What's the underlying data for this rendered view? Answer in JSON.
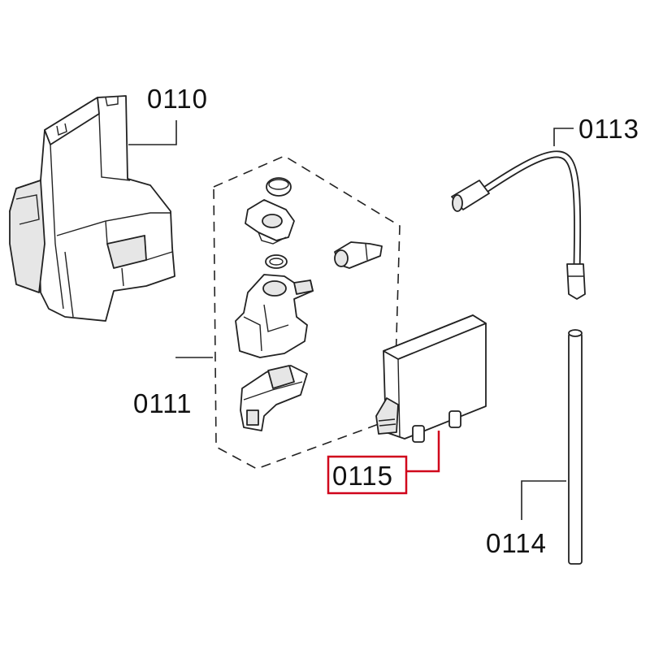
{
  "diagram": {
    "parts": [
      {
        "id": "0110",
        "label": "0110"
      },
      {
        "id": "0111",
        "label": "0111"
      },
      {
        "id": "0113",
        "label": "0113"
      },
      {
        "id": "0114",
        "label": "0114"
      },
      {
        "id": "0115",
        "label": "0115",
        "highlighted": true
      }
    ],
    "highlight_color": "#d0021b"
  }
}
